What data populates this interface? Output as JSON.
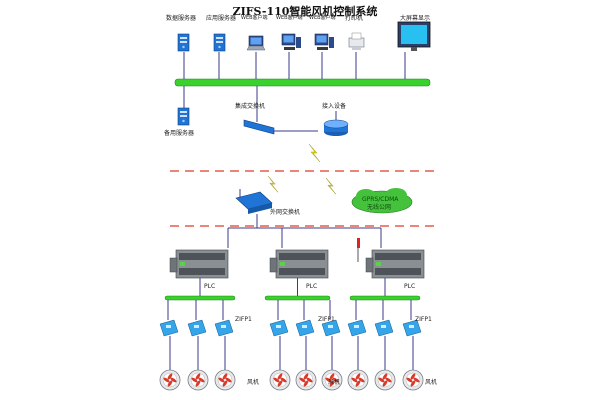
{
  "title": "ZIFS-110智能风机控制系统",
  "top_devices": {
    "data_server": "数据服务器",
    "app_server": "应用服务器",
    "web_client_1": "WEB客户端",
    "web_client_2": "WEB客户端",
    "web_client_3": "WEB客户端",
    "printer": "打印机",
    "big_screen": "大屏幕显示"
  },
  "backup_server": "备用服务器",
  "integrated_switch": "集成交换机",
  "access_device": "接入设备",
  "cloud_label_1": "GPRS/CDMA",
  "cloud_label_2": "无线公网",
  "field_switch": "外网交换机",
  "plc_labels": [
    "PLC",
    "PLC",
    "PLC"
  ],
  "zifp_labels": [
    "ZIFP1",
    "ZIFP1",
    "ZIFP1"
  ],
  "fan_labels": [
    "风机",
    "风机",
    "风机"
  ],
  "colors": {
    "bus_green": "#39d12b",
    "dash_red": "#e23a2a",
    "device_blue": "#1f74d6",
    "cloud_green": "#45c23c",
    "bolt_yellow": "#f2e400",
    "plc_gray": "#8a8f93"
  }
}
